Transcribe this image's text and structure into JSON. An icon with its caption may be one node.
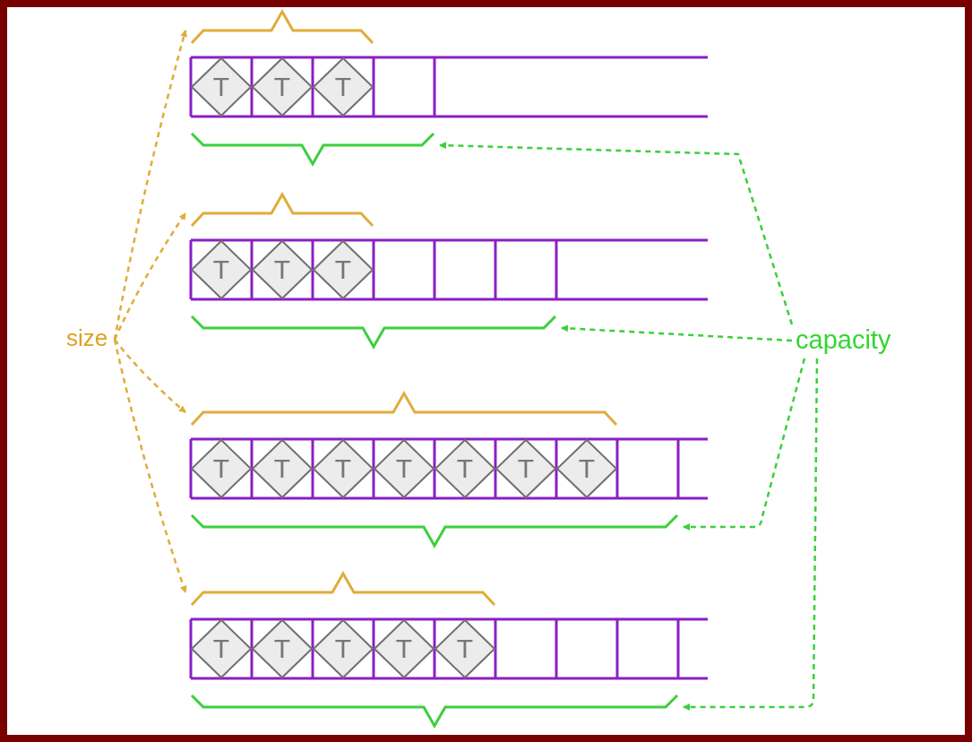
{
  "diagram": {
    "nodes": [
      {
        "text": [],
        "shape": "brace"
      },
      {
        "text": [
          "T"
        ]
      },
      {
        "text": [
          "T"
        ]
      },
      {
        "text": [
          "T"
        ]
      },
      {
        "text": [],
        "shape": "brace"
      },
      {
        "text": [],
        "shape": "brace"
      },
      {
        "text": [
          "T"
        ]
      },
      {
        "text": [
          "T"
        ]
      },
      {
        "text": [
          "T"
        ]
      },
      {
        "text": [],
        "shape": "brace"
      },
      {
        "text": [
          "size"
        ]
      },
      {
        "text": [
          "capacity"
        ]
      },
      {
        "text": [],
        "shape": "brace"
      },
      {
        "text": [
          "T"
        ]
      },
      {
        "text": [
          "T"
        ]
      },
      {
        "text": [
          "T"
        ]
      },
      {
        "text": [
          "T"
        ]
      },
      {
        "text": [
          "T"
        ]
      },
      {
        "text": [
          "T"
        ]
      },
      {
        "text": [
          "T"
        ]
      },
      {
        "text": [],
        "shape": "brace"
      },
      {
        "text": [],
        "shape": "brace"
      },
      {
        "text": [
          "T"
        ]
      },
      {
        "text": [
          "T"
        ]
      },
      {
        "text": [
          "T"
        ]
      },
      {
        "text": [
          "T"
        ]
      },
      {
        "text": [
          "T"
        ]
      },
      {
        "text": [],
        "shape": "brace"
      }
    ],
    "edges": [
      {
        "from": 10,
        "to": 0,
        "arrow": "to",
        "style": "dashed",
        "color": "#e0ac3a"
      },
      {
        "from": 10,
        "to": 5,
        "arrow": "to",
        "style": "dashed",
        "color": "#e0ac3a"
      },
      {
        "from": 10,
        "to": 12,
        "arrow": "to",
        "style": "dashed",
        "color": "#e0ac3a"
      },
      {
        "from": 10,
        "to": 21,
        "arrow": "to",
        "style": "dashed",
        "color": "#e0ac3a"
      },
      {
        "from": 11,
        "to": 4,
        "arrow": "to",
        "style": "dashed",
        "color": "#3ccf3c"
      },
      {
        "from": 11,
        "to": 9,
        "arrow": "to",
        "style": "dashed",
        "color": "#3ccf3c"
      },
      {
        "from": 11,
        "to": 20,
        "arrow": "to",
        "style": "dashed",
        "color": "#3ccf3c"
      },
      {
        "from": 11,
        "to": 27,
        "arrow": "to",
        "style": "dashed",
        "color": "#3ccf3c"
      }
    ]
  }
}
